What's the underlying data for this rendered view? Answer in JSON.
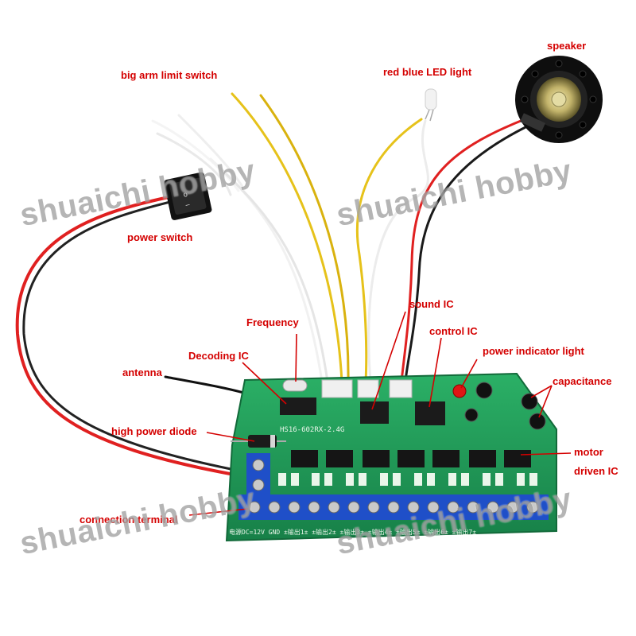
{
  "watermark": {
    "text": "shuaichi hobby"
  },
  "labels": {
    "big_arm_limit_switch": "big arm limit switch",
    "red_blue_led_light": "red blue LED light",
    "speaker": "speaker",
    "power_switch": "power switch",
    "sound_ic": "sound IC",
    "frequency": "Frequency",
    "control_ic": "control IC",
    "decoding_ic": "Decoding IC",
    "power_indicator_light": "power indicator light",
    "antenna": "antenna",
    "capacitance": "capacitance",
    "high_power_diode": "high power diode",
    "motor_line1": "motor",
    "motor_line2": "driven IC",
    "connection_terminal": "connection terminal"
  },
  "board": {
    "model": "HS16-602RX-2.4G",
    "bottom_text": "电源DC=12V GND ±输出1± ±输出2± ±输出3± ±输出4± ±输出5± ±输出6± ±输出7±"
  },
  "colors": {
    "label": "#d40000",
    "pcb": "#1f9a55",
    "terminal": "#1f4fc8",
    "wire_red": "#e02020",
    "wire_yellow": "#e6c21a"
  }
}
